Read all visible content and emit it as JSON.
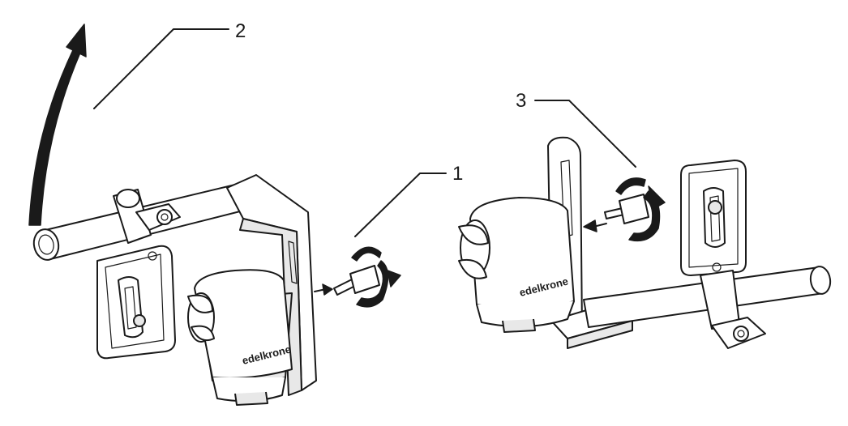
{
  "callouts": [
    {
      "id": "callout-1",
      "number": "1"
    },
    {
      "id": "callout-2",
      "number": "2"
    },
    {
      "id": "callout-3",
      "number": "3"
    }
  ],
  "brand_left": "edelkrone",
  "brand_right": "edelkrone",
  "colors": {
    "ink": "#1a1a1a",
    "background": "#ffffff",
    "shade": "#e8e8e8"
  },
  "icons": [
    "up-arrow-icon",
    "rotate-arrow-icon",
    "push-arrow-icon"
  ]
}
